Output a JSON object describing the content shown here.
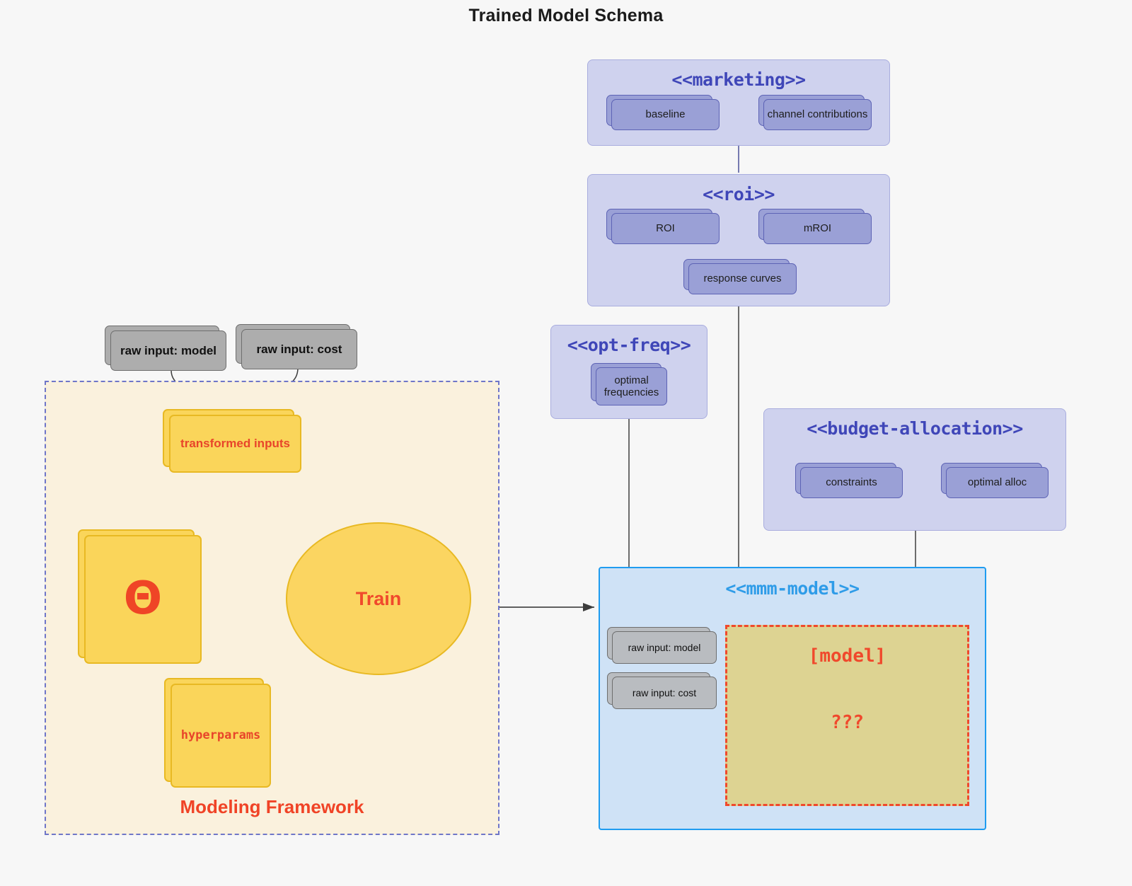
{
  "title": "Trained Model Schema",
  "colors": {
    "background": "#f7f7f7",
    "package_purple_fill": "#cfd2ee",
    "package_purple_border": "#a9adde",
    "package_purple_title": "#3f46b8",
    "card_purple_fill": "#9aa0d6",
    "card_purple_border": "#5d63b5",
    "package_blue_fill": "#cfe2f6",
    "package_blue_border": "#1f9cf0",
    "package_blue_title": "#2f9ce8",
    "card_gray_fill": "#adadad",
    "card_gray_border": "#6e6e6e",
    "card_yellow_fill": "#fad55a",
    "card_yellow_border": "#e8b923",
    "accent_red": "#f0492c",
    "framework_fill": "#faf1dd",
    "framework_border": "#6f76c8",
    "model_box_fill": "#ddd392",
    "model_box_border": "#f0492c"
  },
  "packages": {
    "marketing": {
      "title": "<<marketing>>",
      "nodes": [
        {
          "label": "baseline"
        },
        {
          "label": "channel contributions"
        }
      ]
    },
    "roi": {
      "title": "<<roi>>",
      "nodes": [
        {
          "label": "ROI"
        },
        {
          "label": "mROI"
        },
        {
          "label": "response curves"
        }
      ]
    },
    "opt_freq": {
      "title": "<<opt-freq>>",
      "nodes": [
        {
          "label_line1": "optimal",
          "label_line2": "frequencies"
        }
      ]
    },
    "budget_allocation": {
      "title": "<<budget-allocation>>",
      "nodes": [
        {
          "label": "constraints"
        },
        {
          "label": "optimal alloc"
        }
      ]
    },
    "mmm_model": {
      "title": "<<mmm-model>>",
      "inputs": [
        {
          "label": "raw input: model"
        },
        {
          "label": "raw input: cost"
        }
      ],
      "model_box": {
        "title": "[model]",
        "unknown": "???"
      }
    }
  },
  "framework": {
    "label": "Modeling Framework",
    "raw_inputs": [
      {
        "label": "raw input: model"
      },
      {
        "label": "raw input: cost"
      }
    ],
    "transformed_inputs": {
      "label": "transformed inputs"
    },
    "theta": {
      "glyph": "Θ"
    },
    "hyperparams": {
      "label": "hyperparams"
    },
    "train": {
      "label": "Train"
    }
  }
}
